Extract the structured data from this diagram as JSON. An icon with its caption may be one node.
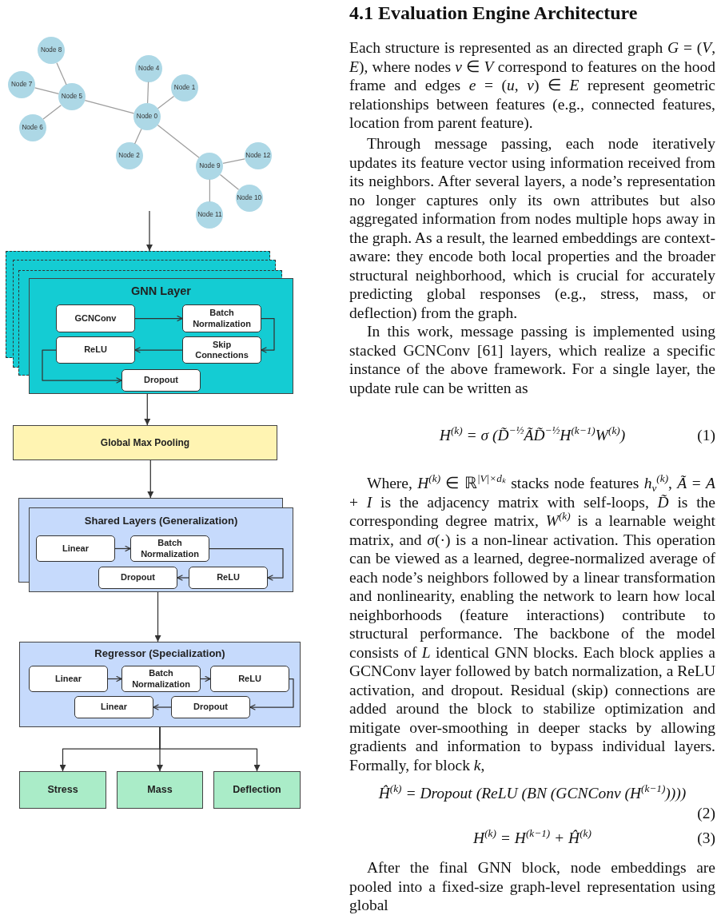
{
  "diagram": {
    "title": "4.1 Evaluation Engine Architecture",
    "nodes": [
      {
        "text": [
          "Node 8"
        ]
      },
      {
        "text": [
          "Node 4"
        ]
      },
      {
        "text": [
          "Node 7"
        ]
      },
      {
        "text": [
          "Node 1"
        ]
      },
      {
        "text": [
          "Node 5"
        ]
      },
      {
        "text": [
          "Node 0"
        ]
      },
      {
        "text": [
          "Node 6"
        ]
      },
      {
        "text": [
          "Node 2"
        ]
      },
      {
        "text": [
          "Node 12"
        ]
      },
      {
        "text": [
          "Node 9"
        ]
      },
      {
        "text": [
          "Node 10"
        ]
      },
      {
        "text": [
          "Node 11"
        ]
      },
      {
        "text": [
          "GNN Layer"
        ]
      },
      {
        "text": [
          "GCNConv"
        ],
        "in": 12
      },
      {
        "text": [
          "Batch Normalization"
        ],
        "in": 12
      },
      {
        "text": [
          "ReLU"
        ],
        "in": 12
      },
      {
        "text": [
          "Skip Connections"
        ],
        "in": 12
      },
      {
        "text": [
          "Dropout"
        ],
        "in": 12
      },
      {
        "text": [
          "Global Max Pooling"
        ]
      },
      {
        "text": [
          "Shared Layers (Generalization)"
        ]
      },
      {
        "text": [
          "Linear"
        ],
        "in": 19
      },
      {
        "text": [
          "Batch Normalization"
        ],
        "in": 19
      },
      {
        "text": [
          "Dropout"
        ],
        "in": 19
      },
      {
        "text": [
          "ReLU"
        ],
        "in": 19
      },
      {
        "text": [
          "Regressor (Specialization)"
        ]
      },
      {
        "text": [
          "Linear"
        ],
        "in": 24
      },
      {
        "text": [
          "Batch Normalization"
        ],
        "in": 24
      },
      {
        "text": [
          "ReLU"
        ],
        "in": 24
      },
      {
        "text": [
          "Linear"
        ],
        "in": 24
      },
      {
        "text": [
          "Dropout"
        ],
        "in": 24
      },
      {
        "text": [
          "Stress"
        ]
      },
      {
        "text": [
          "Mass"
        ]
      },
      {
        "text": [
          "Deflection"
        ]
      }
    ],
    "edges": [
      {
        "from": 0,
        "to": 4,
        "arrow": "none",
        "color": "#9e9e9e"
      },
      {
        "from": 2,
        "to": 4,
        "arrow": "none",
        "color": "#9e9e9e"
      },
      {
        "from": 6,
        "to": 4,
        "arrow": "none",
        "color": "#9e9e9e"
      },
      {
        "from": 4,
        "to": 5,
        "arrow": "none",
        "color": "#9e9e9e"
      },
      {
        "from": 1,
        "to": 5,
        "arrow": "none",
        "color": "#9e9e9e"
      },
      {
        "from": 3,
        "to": 5,
        "arrow": "none",
        "color": "#9e9e9e"
      },
      {
        "from": 7,
        "to": 5,
        "arrow": "none",
        "color": "#9e9e9e"
      },
      {
        "from": 5,
        "to": 9,
        "arrow": "none",
        "color": "#9e9e9e"
      },
      {
        "from": 9,
        "to": 8,
        "arrow": "none",
        "color": "#9e9e9e"
      },
      {
        "from": 9,
        "to": 10,
        "arrow": "none",
        "color": "#9e9e9e"
      },
      {
        "from": 9,
        "to": 11,
        "arrow": "none",
        "color": "#9e9e9e"
      },
      {
        "from": null,
        "to": 12,
        "arrow": "to"
      },
      {
        "from": 13,
        "to": 14,
        "arrow": "to"
      },
      {
        "from": 14,
        "to": 16,
        "arrow": "to"
      },
      {
        "from": 16,
        "to": 15,
        "arrow": "to"
      },
      {
        "from": 15,
        "to": 17,
        "arrow": "to"
      },
      {
        "from": 12,
        "to": 18,
        "arrow": "to"
      },
      {
        "from": 18,
        "to": 19,
        "arrow": "to"
      },
      {
        "from": 20,
        "to": 21,
        "arrow": "to"
      },
      {
        "from": 21,
        "to": 23,
        "arrow": "to"
      },
      {
        "from": 23,
        "to": 22,
        "arrow": "to"
      },
      {
        "from": 19,
        "to": 24,
        "arrow": "to"
      },
      {
        "from": 25,
        "to": 26,
        "arrow": "to"
      },
      {
        "from": 26,
        "to": 27,
        "arrow": "to"
      },
      {
        "from": 27,
        "to": 29,
        "arrow": "to"
      },
      {
        "from": 29,
        "to": 28,
        "arrow": "to"
      },
      {
        "from": 24,
        "to": 30,
        "arrow": "to"
      },
      {
        "from": 24,
        "to": 31,
        "arrow": "to"
      },
      {
        "from": 24,
        "to": 32,
        "arrow": "to"
      }
    ],
    "labels": [
      "Each structure is represented as an directed graph *G* = (*V*, *E*), where nodes *v* ∈ *V* correspond to features on the hood frame and edges *e* = (*u*, *v*) ∈ *E* represent geometric relationships between features (e.g., connected features, location from parent feature).",
      "Through message passing, each node iteratively updates its feature vector using information received from its neighbors. After several layers, a node’s representation no longer captures only its own attributes but also aggregated information from nodes multiple hops away in the graph. As a result, the learned embeddings are context-aware: they encode both local properties and the broader structural neighborhood, which is crucial for accurately predicting global responses (e.g., stress, mass, or deflection) from the graph.",
      "In this work, message passing is implemented using stacked GCNConv [61] layers, which realize a specific instance of the above framework. For a single layer, the update rule can be written as",
      "H$^{(k)}$ = σ (D̃$^{−½}$ÃD̃$^{−½}$H$^{(k−1)}$W$^{(k)}$)",
      "(1)",
      "Where, *H*$^{(k)}$ ∈ ℝ$^{|V|×dₖ}$ stacks node features *h*$_{v}$$^{(k)}$, *Ã* = *A* + *I* is the adjacency matrix with self-loops, *D̃* is the corresponding degree matrix, *W*$^{(k)}$ is a learnable weight matrix, and *σ*(·) is a non-linear activation. This operation can be viewed as a learned, degree-normalized average of each node’s neighbors followed by a linear transformation and nonlinearity, enabling the network to learn how local neighborhoods (feature interactions) contribute to structural performance. The backbone of the model consists of *L* identical GNN blocks. Each block applies a GCNConv layer followed by batch normalization, a ReLU activation, and dropout. Residual (skip) connections are added around the block to stabilize optimization and mitigate over-smoothing in deeper stacks by allowing gradients and information to bypass individual layers. Formally, for block *k*,",
      "Ĥ$^{(k)}$ = Dropout (ReLU (BN (GCNConv (H$^{(k−1)}$))))",
      "(2)",
      "H$^{(k)}$ = H$^{(k−1)}$ + Ĥ$^{(k)}$",
      "(3)",
      "After the final GNN block, node embeddings are pooled into a fixed-size graph-level representation using global"
    ]
  }
}
